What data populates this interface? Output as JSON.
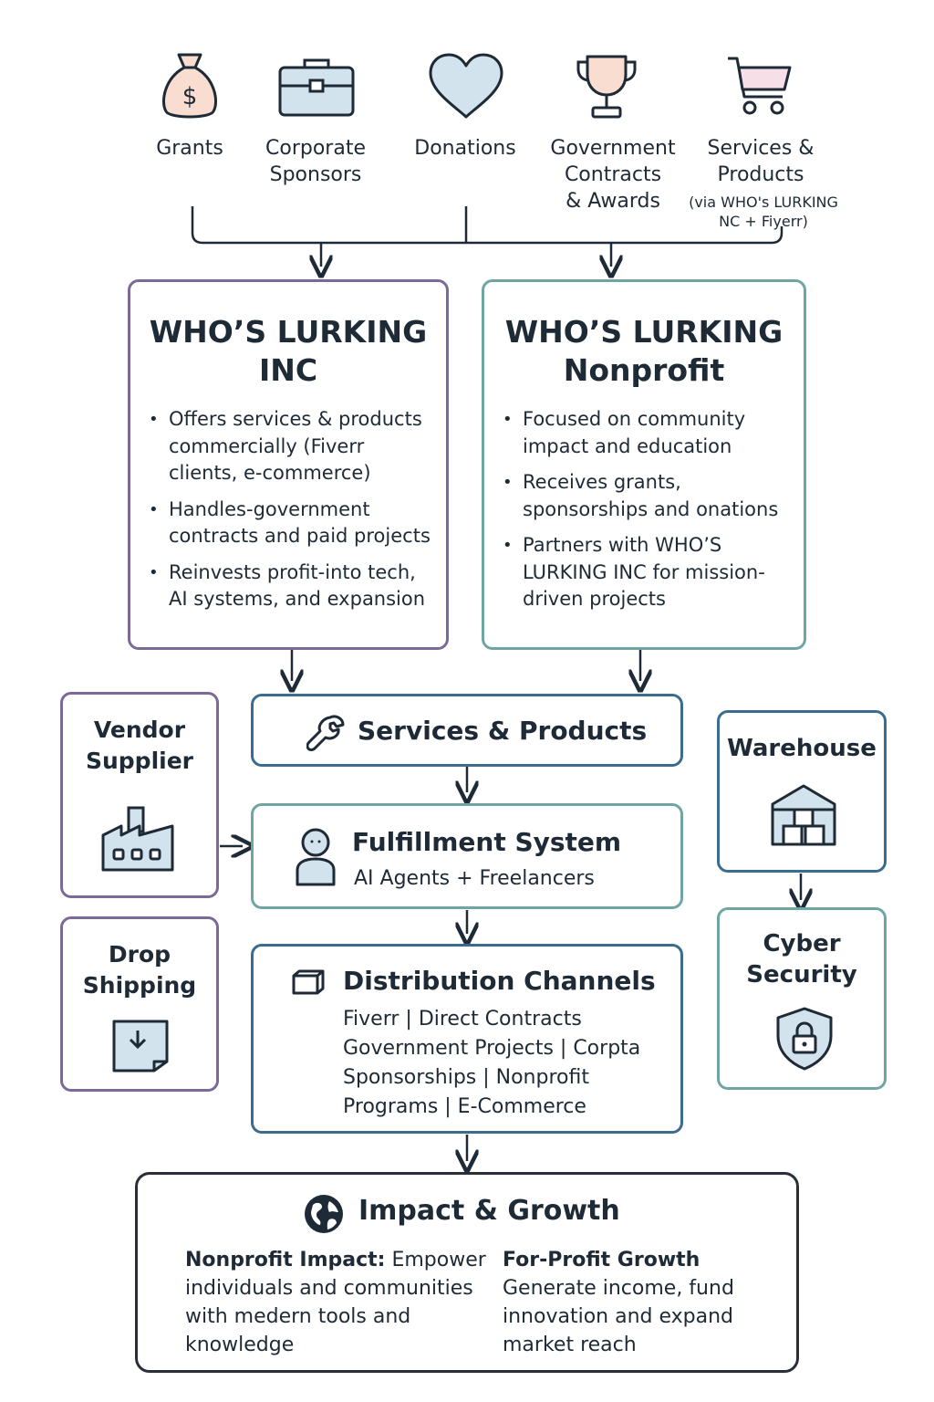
{
  "sources": [
    {
      "id": "grants",
      "icon": "money-bag-icon",
      "label": "Grants"
    },
    {
      "id": "corporate",
      "icon": "briefcase-icon",
      "label": "Corporate\nSponsors"
    },
    {
      "id": "donations",
      "icon": "heart-icon",
      "label": "Donations"
    },
    {
      "id": "government",
      "icon": "trophy-icon",
      "label": "Government\nContracts\n& Awards"
    },
    {
      "id": "services",
      "icon": "shopping-cart-icon",
      "label": "Services &\nProducts",
      "note": "(via WHO's LURKING\nNC + Fiyerr)"
    }
  ],
  "inc": {
    "title": "WHO’S LURKING\nINC",
    "bullets": [
      "Offers services & products commercially (Fiverr clients, e-commerce)",
      "Handles-government contracts and paid projects",
      "Reinvests profit-into tech, AI systems, and expansion"
    ]
  },
  "nonprofit": {
    "title": "WHO’S LURKING\nNonprofit",
    "bullets": [
      "Focused on community impact and education",
      "Receives grants, sponsorships and onations",
      "Partners with WHO’S LURKING INC for mission-driven projects"
    ]
  },
  "vendor": {
    "title": "Vendor\nSupplier",
    "icon": "factory-icon"
  },
  "drop": {
    "title": "Drop\nShipping",
    "icon": "package-icon"
  },
  "warehouse": {
    "title": "Warehouse",
    "icon": "warehouse-icon"
  },
  "cyber": {
    "title": "Cyber\nSecurity",
    "icon": "shield-lock-icon"
  },
  "services_box": {
    "title": "Services & Products",
    "icon": "wrench-icon"
  },
  "fulfillment": {
    "title": "Fulfillment System",
    "subtitle": "AI Agents + Freelancers",
    "icon": "person-icon"
  },
  "distribution": {
    "title": "Distribution Channels",
    "icon": "box-icon",
    "lines": [
      "Fiverr | Direct Contracts",
      "Government Projects | Corpta",
      "Sponsorships | Nonprofit",
      "Programs | E-Commerce"
    ]
  },
  "impact": {
    "title": "Impact & Growth",
    "icon": "globe-icon",
    "left_heading": "Nonprofit Impact:",
    "left_text": "Empower individuals and communities with medern tools and knowledge",
    "right_heading": "For-Profit Growth",
    "right_text": "Generate income, fund innovation and expand market reach"
  },
  "colors": {
    "purple": "#7b6a98",
    "teal": "#6fa6a4",
    "navy": "#3c6c8d",
    "icon_fill": "#d2e3ee",
    "peach": "#f9ddd0",
    "pink": "#f6dfe6",
    "text": "#1e2a36"
  }
}
